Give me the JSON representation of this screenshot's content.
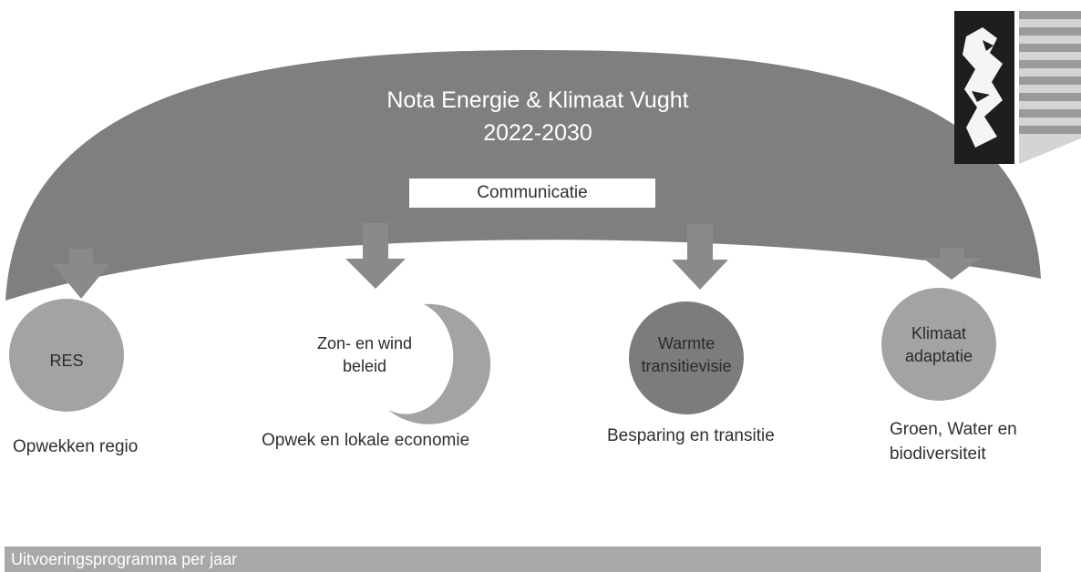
{
  "title_line1": "Nota Energie & Klimaat Vught",
  "title_line2": "2022-2030",
  "communication": "Communicatie",
  "pillars": [
    {
      "circle_label_line1": "RES",
      "circle_label_line2": "",
      "caption_line1": "Opwekken regio",
      "caption_line2": ""
    },
    {
      "circle_label_line1": "Zon- en wind",
      "circle_label_line2": "beleid",
      "caption_line1": "Opwek en lokale economie",
      "caption_line2": ""
    },
    {
      "circle_label_line1": "Warmte",
      "circle_label_line2": "transitievisie",
      "caption_line1": "Besparing en transitie",
      "caption_line2": ""
    },
    {
      "circle_label_line1": "Klimaat",
      "circle_label_line2": "adaptatie",
      "caption_line1": "Groen, Water en",
      "caption_line2": "biodiversiteit"
    }
  ],
  "program_bar": "Uitvoeringsprogramma per jaar",
  "colors": {
    "dome": "#7f7f7f",
    "arrow": "#8a8a8a",
    "circle_light": "#a3a3a3",
    "circle_dark": "#7c7c7c",
    "bar": "#a8a8a8"
  },
  "logo_icon": "lion-crest-icon"
}
